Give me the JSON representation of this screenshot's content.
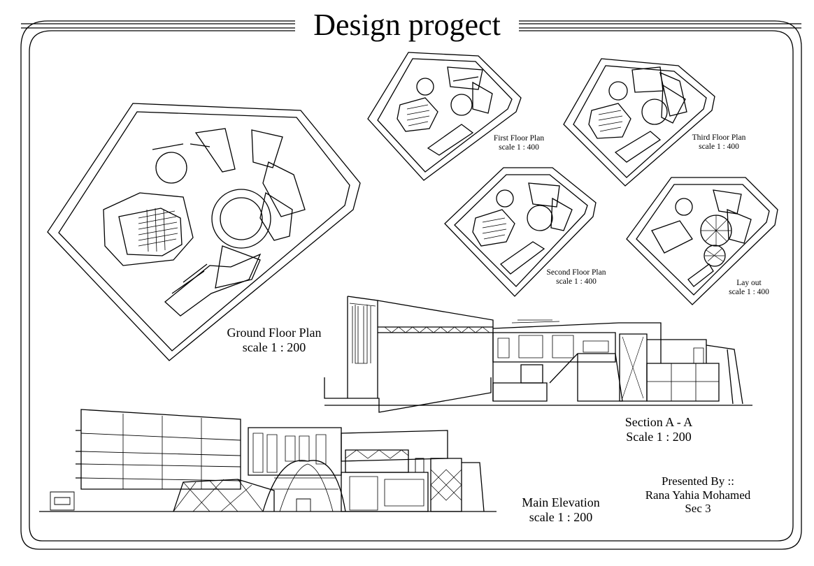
{
  "sheet": {
    "title": "Design progect"
  },
  "drawings": {
    "ground_floor": {
      "name": "Ground Floor Plan",
      "scale": "scale 1 : 200"
    },
    "first_floor": {
      "name": "First Floor Plan",
      "scale": "scale 1 : 400"
    },
    "third_floor": {
      "name": "Third Floor Plan",
      "scale": "scale 1 : 400"
    },
    "second_floor": {
      "name": "Second Floor Plan",
      "scale": "scale 1 : 400"
    },
    "layout": {
      "name": "Lay out",
      "scale": "scale 1 : 400"
    },
    "section": {
      "name": "Section A - A",
      "scale": "Scale 1 : 200"
    },
    "elevation": {
      "name": "Main Elevation",
      "scale": "scale 1 : 200"
    }
  },
  "credits": {
    "presented_by": "Presented By ::",
    "author": "Rana Yahia Mohamed",
    "section": "Sec 3"
  }
}
